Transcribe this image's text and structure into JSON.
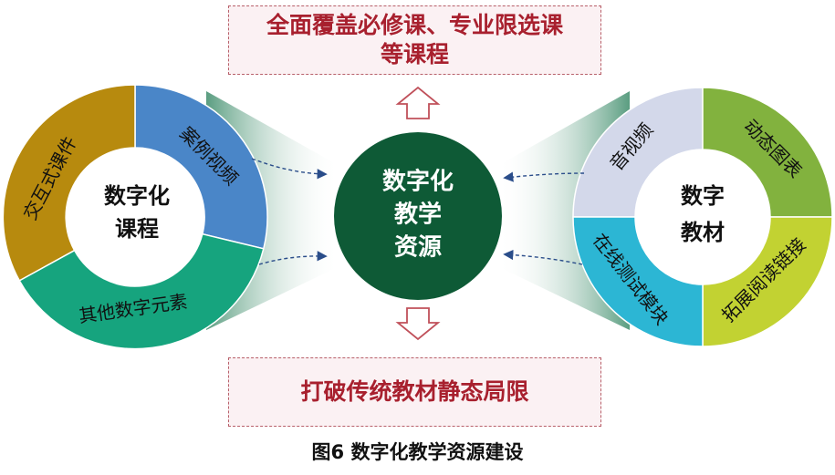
{
  "colors": {
    "center": "#0e5a36",
    "gold": "#b78a0e",
    "blue": "#4a86c8",
    "teal": "#16a47e",
    "lavender": "#d3d8ea",
    "green": "#82b23e",
    "cyan": "#2cb6d4",
    "lime": "#c2d232",
    "box_text": "#a8202e",
    "box_border": "#b8606a"
  },
  "top_box": {
    "line1": "全面覆盖必修课、专业限选课",
    "line2": "等课程"
  },
  "bottom_box": {
    "text": "打破传统教材静态局限"
  },
  "center_circle": {
    "line1": "数字化",
    "line2": "教学",
    "line3": "资源"
  },
  "left_ring": {
    "center_line1": "数字化",
    "center_line2": "课程",
    "segments": [
      {
        "label": "案例视频",
        "color": "#4a86c8"
      },
      {
        "label": "交互式课件",
        "color": "#b78a0e"
      },
      {
        "label": "其他数字元素",
        "color": "#16a47e"
      }
    ]
  },
  "right_ring": {
    "center_line1": "数字",
    "center_line2": "教材",
    "segments": [
      {
        "label": "音视频",
        "color": "#d3d8ea"
      },
      {
        "label": "动态图表",
        "color": "#82b23e"
      },
      {
        "label": "拓展阅读链接",
        "color": "#c2d232"
      },
      {
        "label": "在线测试模块",
        "color": "#2cb6d4"
      }
    ]
  },
  "caption": "图6 数字化教学资源建设"
}
